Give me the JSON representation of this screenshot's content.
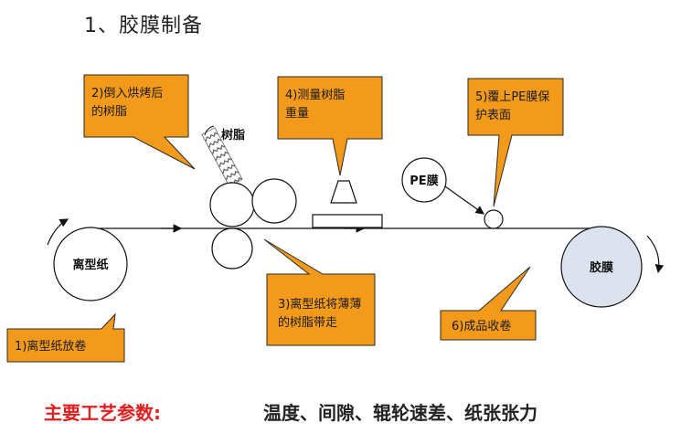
{
  "title": "1、胶膜制备",
  "callouts": [
    {
      "id": "c1",
      "lines": [
        "1)离型纸放卷"
      ]
    },
    {
      "id": "c2",
      "lines": [
        "2)倒入烘烤后",
        "的树脂"
      ]
    },
    {
      "id": "c3",
      "lines": [
        "3)离型纸将薄薄",
        "的树脂带走"
      ]
    },
    {
      "id": "c4",
      "lines": [
        "4)测量树脂",
        "重量"
      ]
    },
    {
      "id": "c5",
      "lines": [
        "5)覆上PE膜保",
        "护表面"
      ]
    },
    {
      "id": "c6",
      "lines": [
        "6)成品收卷"
      ]
    }
  ],
  "labels": {
    "release_paper": "离型纸",
    "resin": "树脂",
    "pe_film": "PE膜",
    "film": "胶膜"
  },
  "params": {
    "label": "主要工艺参数:",
    "value": "温度、间隙、辊轮速差、纸张张力"
  },
  "colors": {
    "callout_fill": "#f39a1a",
    "callout_stroke": "#2a2a2a",
    "film_roll_fill": "#dce3ef",
    "param_label": "#e02020"
  }
}
